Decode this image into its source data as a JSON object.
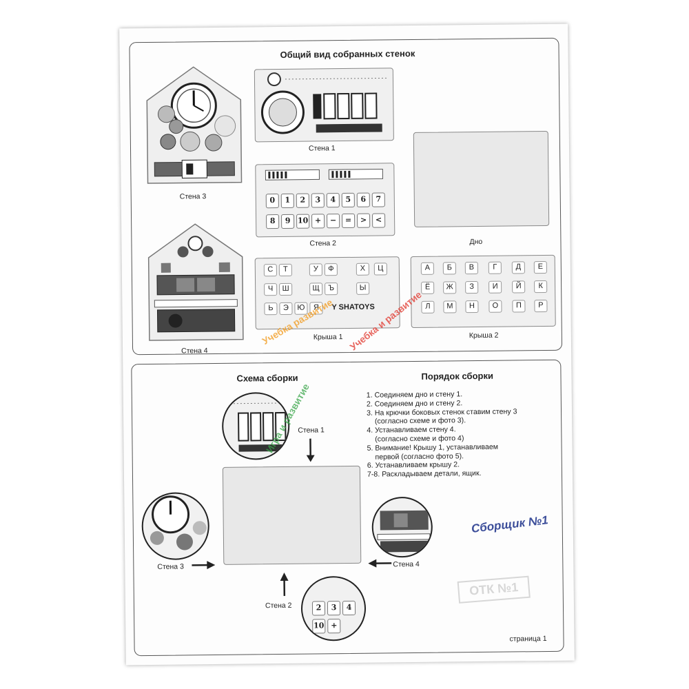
{
  "top_panel": {
    "title": "Общий вид собранных стенок",
    "labels": {
      "wall1": "Стена 1",
      "wall2": "Стена 2",
      "wall3": "Стена 3",
      "wall4": "Стена 4",
      "bottom": "Дно",
      "roof1": "Крыша 1",
      "roof2": "Крыша 2"
    },
    "wall2_digits": [
      "0",
      "1",
      "2",
      "3",
      "4",
      "5",
      "6",
      "7",
      "8",
      "9",
      "10",
      "+",
      "−",
      "=",
      ">",
      "<"
    ],
    "roof1_letters": [
      "С",
      "Т",
      "У",
      "Ф",
      "Х",
      "Ц",
      "Ч",
      "Ш",
      "Щ",
      "Ъ",
      "Ы",
      "Ь",
      "Э",
      "Ю",
      "Я"
    ],
    "roof2_letters": [
      "А",
      "Б",
      "В",
      "Г",
      "Д",
      "Е",
      "Ё",
      "Ж",
      "З",
      "И",
      "Й",
      "К",
      "Л",
      "М",
      "Н",
      "О",
      "П",
      "Р"
    ],
    "brand": "Y SHATOYS"
  },
  "bottom_panel": {
    "scheme_title": "Схема сборки",
    "order_title": "Порядок сборки",
    "steps": [
      "1. Соединяем дно и стену 1.",
      "2. Соединяем дно и стену 2.",
      "3. На крючки боковых стенок ставим стену 3",
      "    (согласно схеме и фото 3).",
      "4. Устанавливаем стену 4.",
      "    (согласно схеме и фото 4)",
      "5. Внимание! Крышу 1, устанавливаем",
      "    первой (согласно фото 5).",
      "6. Устанавливаем крышу 2.",
      "7-8. Раскладываем детали, ящик."
    ],
    "labels": {
      "wall1": "Стена 1",
      "wall2": "Стена 2",
      "wall3": "Стена 3",
      "wall4": "Стена 4"
    },
    "stamp": "Сборщик №1",
    "otk_stamp": "ОТК №1",
    "page": "страница 1"
  },
  "watermark": {
    "text1": "Учебка развитие",
    "text2": "Игра и развитие",
    "text3": "Учебка и развитие"
  },
  "colors": {
    "stamp": "#3c4e9a",
    "watermark_green": "#3aa54a",
    "watermark_orange": "#f29a1b",
    "watermark_red": "#e0352b"
  }
}
